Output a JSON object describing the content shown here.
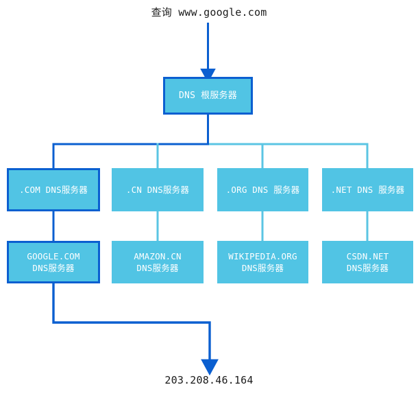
{
  "diagram": {
    "query_label": "查询 www.google.com",
    "result_label": "203.208.46.164",
    "colors": {
      "node_fill": "#51c4e4",
      "active_border": "#0b5fd0",
      "path_line": "#0b5fd0",
      "tree_line": "#5bc5e3",
      "node_text": "#ffffff",
      "label_text": "#1a1a1a"
    },
    "root": {
      "label": "DNS 根服务器",
      "highlighted": true
    },
    "tld_row": [
      {
        "label": ".COM DNS服务器",
        "highlighted": true
      },
      {
        "label": ".CN DNS服务器",
        "highlighted": false
      },
      {
        "label": ".ORG DNS 服务器",
        "highlighted": false
      },
      {
        "label": ".NET DNS 服务器",
        "highlighted": false
      }
    ],
    "authoritative_row": [
      {
        "line1": "GOOGLE.COM",
        "line2": "DNS服务器",
        "highlighted": true
      },
      {
        "line1": "AMAZON.CN",
        "line2": "DNS服务器",
        "highlighted": false
      },
      {
        "line1": "WIKIPEDIA.ORG",
        "line2": "DNS服务器",
        "highlighted": false
      },
      {
        "line1": "CSDN.NET",
        "line2": "DNS服务器",
        "highlighted": false
      }
    ]
  }
}
